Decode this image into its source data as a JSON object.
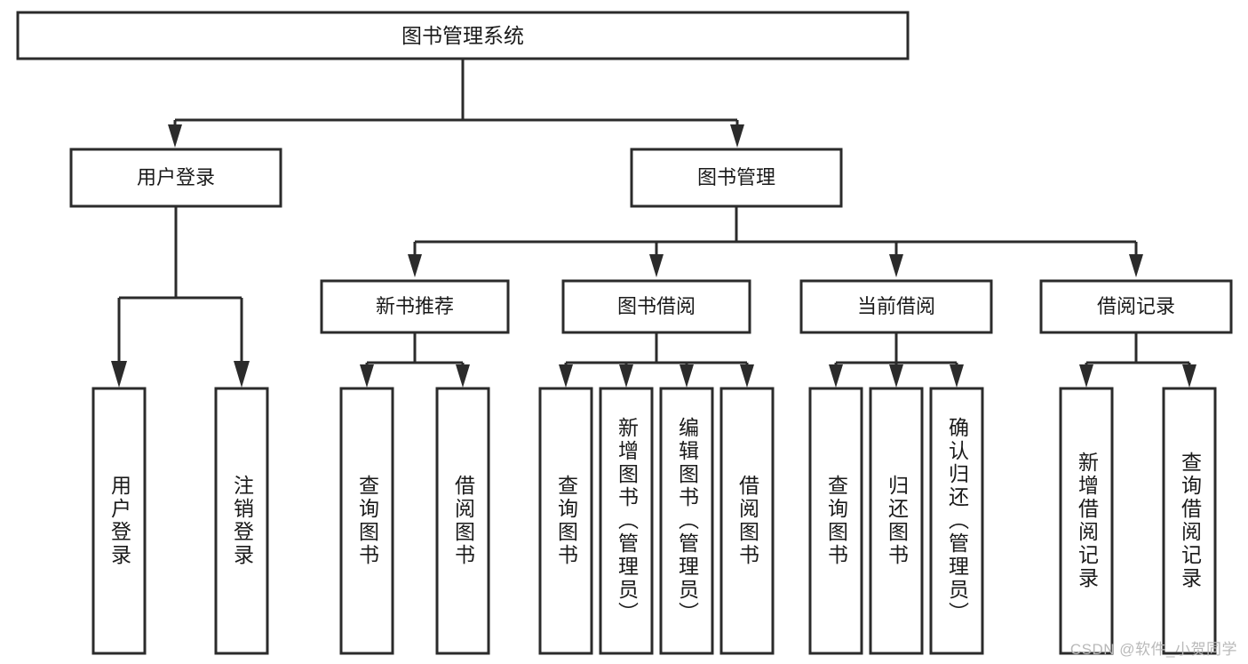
{
  "diagram": {
    "title": "图书管理系统",
    "watermark": "CSDN @软件_小贺同学",
    "colors": {
      "stroke": "#2b2b2b",
      "fill": "#ffffff",
      "text": "#1a1a1a",
      "watermark": "#b9b9b9",
      "background": "#ffffff"
    },
    "levels": {
      "root": {
        "label": "图书管理系统"
      },
      "level2": [
        {
          "label": "用户登录"
        },
        {
          "label": "图书管理"
        }
      ],
      "level3": [
        {
          "label": "新书推荐"
        },
        {
          "label": "图书借阅"
        },
        {
          "label": "当前借阅"
        },
        {
          "label": "借阅记录"
        }
      ],
      "leaves": [
        {
          "label": "用户登录",
          "parent": "用户登录"
        },
        {
          "label": "注销登录",
          "parent": "用户登录"
        },
        {
          "label": "查询图书",
          "parent": "新书推荐"
        },
        {
          "label": "借阅图书",
          "parent": "新书推荐"
        },
        {
          "label": "查询图书",
          "parent": "图书借阅"
        },
        {
          "label": "新增图书（管理员）",
          "parent": "图书借阅"
        },
        {
          "label": "编辑图书（管理员）",
          "parent": "图书借阅"
        },
        {
          "label": "借阅图书",
          "parent": "图书借阅"
        },
        {
          "label": "查询图书",
          "parent": "当前借阅"
        },
        {
          "label": "归还图书",
          "parent": "当前借阅"
        },
        {
          "label": "确认归还（管理员）",
          "parent": "当前借阅"
        },
        {
          "label": "新增借阅记录",
          "parent": "借阅记录"
        },
        {
          "label": "查询借阅记录",
          "parent": "借阅记录"
        }
      ]
    }
  }
}
